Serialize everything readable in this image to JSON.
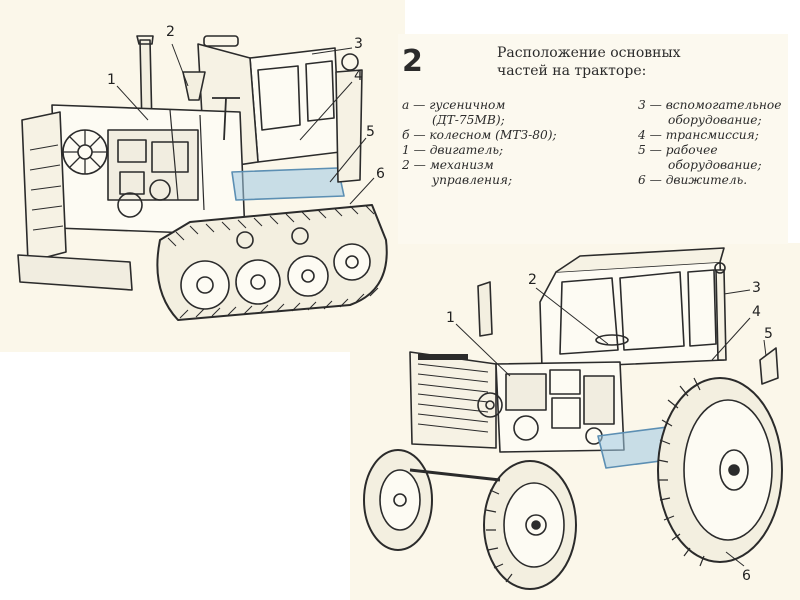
{
  "figure_number": "2",
  "caption": [
    "Расположение основных",
    "частей на тракторе:"
  ],
  "legend": {
    "left": [
      {
        "key": "а",
        "text": "гусеничном"
      },
      {
        "key": "",
        "text": "(ДТ-75МВ);"
      },
      {
        "key": "б",
        "text": "колесном (МТЗ-80);"
      },
      {
        "key": "1",
        "text": "двигатель;"
      },
      {
        "key": "2",
        "text": "механизм"
      },
      {
        "key": "",
        "text": "управления;"
      }
    ],
    "right": [
      {
        "key": "3",
        "text": "вспомогательное"
      },
      {
        "key": "",
        "text": "оборудование;"
      },
      {
        "key": "4",
        "text": "трансмиссия;"
      },
      {
        "key": "5",
        "text": "рабочее"
      },
      {
        "key": "",
        "text": "оборудование;"
      },
      {
        "key": "6",
        "text": "движитель."
      }
    ]
  },
  "callouts_a": [
    "1",
    "2",
    "3",
    "4",
    "5",
    "6"
  ],
  "callouts_b": [
    "1",
    "2",
    "3",
    "4",
    "5",
    "6"
  ],
  "colors": {
    "paper": "#fbf7ea",
    "ink": "#2b2b2b",
    "highlight": "#9fc8e2"
  }
}
